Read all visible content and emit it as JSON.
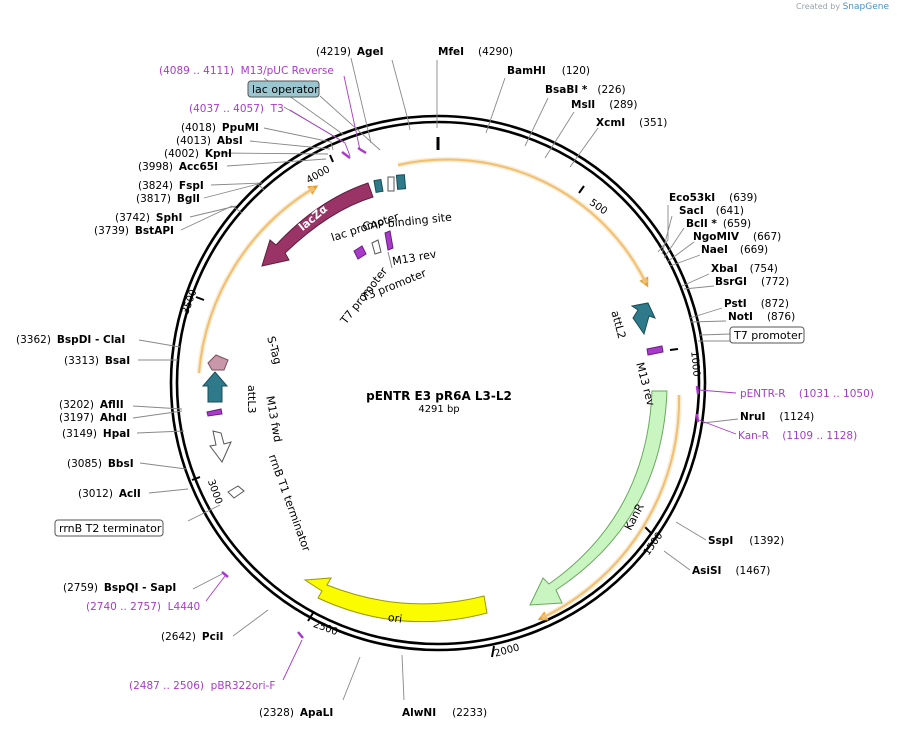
{
  "credit": {
    "prefix": "Created by",
    "brand": "SnapGene"
  },
  "plasmid": {
    "name": "pENTR E3 pR6A L3-L2",
    "size": "4291 bp"
  },
  "ticks": [
    "500",
    "1000",
    "1500",
    "2000",
    "2500",
    "3000",
    "3500",
    "4000"
  ],
  "sites": [
    {
      "name": "AgeI",
      "pos": "(4219)"
    },
    {
      "name": "MfeI",
      "pos": "(4290)"
    },
    {
      "name": "BamHI",
      "pos": "(120)"
    },
    {
      "name": "BsaBI *",
      "pos": "(226)"
    },
    {
      "name": "MslI",
      "pos": "(289)"
    },
    {
      "name": "XcmI",
      "pos": "(351)"
    },
    {
      "name": "Eco53kI",
      "pos": "(639)"
    },
    {
      "name": "SacI",
      "pos": "(641)"
    },
    {
      "name": "BclI *",
      "pos": "(659)"
    },
    {
      "name": "NgoMIV",
      "pos": "(667)"
    },
    {
      "name": "NaeI",
      "pos": "(669)"
    },
    {
      "name": "XbaI",
      "pos": "(754)"
    },
    {
      "name": "BsrGI",
      "pos": "(772)"
    },
    {
      "name": "PstI",
      "pos": "(872)"
    },
    {
      "name": "NotI",
      "pos": "(876)"
    },
    {
      "name": "NruI",
      "pos": "(1124)"
    },
    {
      "name": "SspI",
      "pos": "(1392)"
    },
    {
      "name": "AsiSI",
      "pos": "(1467)"
    },
    {
      "name": "AlwNI",
      "pos": "(2233)"
    },
    {
      "name": "ApaLI",
      "pos": "(2328)"
    },
    {
      "name": "PciI",
      "pos": "(2642)"
    },
    {
      "name": "BspQI - SapI",
      "pos": "(2759)"
    },
    {
      "name": "AclI",
      "pos": "(3012)"
    },
    {
      "name": "BbsI",
      "pos": "(3085)"
    },
    {
      "name": "HpaI",
      "pos": "(3149)"
    },
    {
      "name": "AhdI",
      "pos": "(3197)"
    },
    {
      "name": "AflII",
      "pos": "(3202)"
    },
    {
      "name": "BsaI",
      "pos": "(3313)"
    },
    {
      "name": "BspDI - ClaI",
      "pos": "(3362)"
    },
    {
      "name": "BstAPI",
      "pos": "(3739)"
    },
    {
      "name": "SphI",
      "pos": "(3742)"
    },
    {
      "name": "BglI",
      "pos": "(3817)"
    },
    {
      "name": "FspI",
      "pos": "(3824)"
    },
    {
      "name": "Acc65I",
      "pos": "(3998)"
    },
    {
      "name": "KpnI",
      "pos": "(4002)"
    },
    {
      "name": "AbsI",
      "pos": "(4013)"
    },
    {
      "name": "PpuMI",
      "pos": "(4018)"
    }
  ],
  "primers": [
    {
      "label": "(4089 .. 4111)  M13/pUC Reverse"
    },
    {
      "label": "(4037 .. 4057)  T3"
    },
    {
      "label": "pENTR-R    (1031 .. 1050)"
    },
    {
      "label": "Kan-R    (1109 .. 1128)"
    },
    {
      "label": "(2740 .. 2757)  L4440"
    },
    {
      "label": "(2487 .. 2506)  pBR322ori-F"
    }
  ],
  "features": {
    "lac_operator": "lac operator",
    "t7_promoter_box": "T7 promoter",
    "rrnb_t2": "rrnB T2 terminator",
    "lacZa": "lacZα",
    "lac_promoter": "lac promoter",
    "cap_site": "CAP binding site",
    "m13_rev_inner": "M13 rev",
    "t7_promoter": "T7 promoter",
    "t3_promoter": "T3 promoter",
    "attL2": "attL2",
    "m13_rev_right": "M13 rev",
    "kanR": "KanR",
    "ori": "ori",
    "s_tag": "S-Tag",
    "attL3": "attL3",
    "m13_fwd": "M13 fwd",
    "rrnb_t1": "rrnB T1 terminator"
  },
  "colors": {
    "lacZa": "#9b3466",
    "kanR": "#c8f5c0",
    "ori": "#fcfc00",
    "attL": "#2e7a8a",
    "stag": "#c898aa",
    "primer": "#a93ac9",
    "orf": "#e8a030",
    "lac_operator_fill": "#9ac6cf"
  }
}
